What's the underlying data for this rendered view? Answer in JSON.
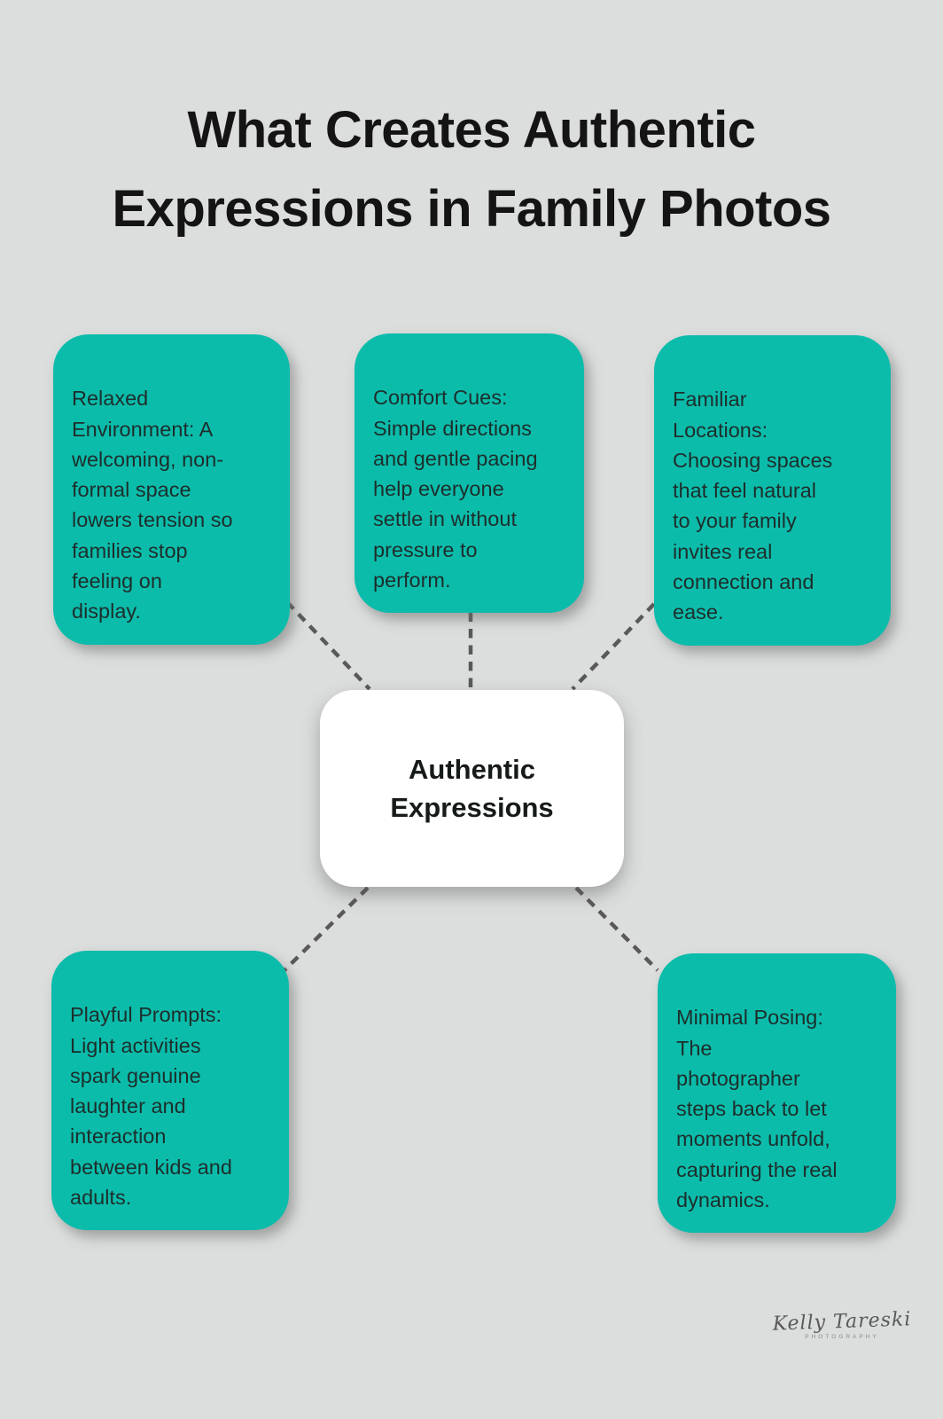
{
  "title": "What Creates Authentic\nExpressions in Family Photos",
  "center": {
    "label": "Authentic\nExpressions"
  },
  "nodes": [
    {
      "id": "relaxed-environment",
      "text": "Relaxed\nEnvironment: A\nwelcoming, non-\nformal space\nlowers tension so\nfamilies stop\nfeeling on\ndisplay."
    },
    {
      "id": "comfort-cues",
      "text": "Comfort Cues:\nSimple directions\nand gentle pacing\nhelp everyone\nsettle in without\npressure to\nperform."
    },
    {
      "id": "familiar-locations",
      "text": "Familiar\nLocations:\nChoosing spaces\nthat feel natural\nto your family\ninvites real\nconnection and\nease."
    },
    {
      "id": "playful-prompts",
      "text": "Playful Prompts:\nLight activities\nspark genuine\nlaughter and\ninteraction\nbetween kids and\nadults."
    },
    {
      "id": "minimal-posing",
      "text": "Minimal Posing:\nThe\nphotographer\nsteps back to let\nmoments unfold,\ncapturing the real\ndynamics."
    }
  ],
  "watermark": {
    "name": "Kelly Tareski",
    "subtitle": "PHOTOGRAPHY"
  },
  "colors": {
    "background": "#dcdedd",
    "node_fill": "#0cbcab",
    "node_text": "#1d2e2b",
    "center_fill": "#ffffff",
    "center_text": "#161a19",
    "connector": "#595959",
    "title_text": "#141414"
  }
}
